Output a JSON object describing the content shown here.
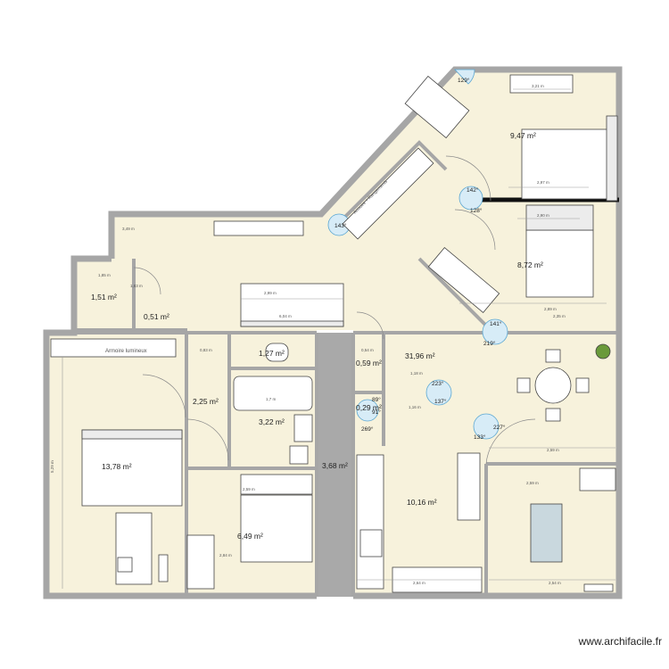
{
  "rooms": [
    {
      "id": "r-bedroom-top",
      "area": "9,47 m²"
    },
    {
      "id": "r-bedroom-right",
      "area": "8,72 m²"
    },
    {
      "id": "r-living",
      "area": "31,96 m²"
    },
    {
      "id": "r-small-1",
      "area": "1,51 m²"
    },
    {
      "id": "r-small-2",
      "area": "0,51 m²"
    },
    {
      "id": "r-wc",
      "area": "1,27 m²"
    },
    {
      "id": "r-closet-1",
      "area": "0,59 m²"
    },
    {
      "id": "r-closet-2",
      "area": "0,29 m²"
    },
    {
      "id": "r-hall",
      "area": "2,25 m²"
    },
    {
      "id": "r-bath",
      "area": "3,22 m²"
    },
    {
      "id": "r-corridor",
      "area": "3,68 m²"
    },
    {
      "id": "r-bedroom-left",
      "area": "13,78 m²"
    },
    {
      "id": "r-kitchen",
      "area": "10,16 m²"
    },
    {
      "id": "r-bedroom-bottom",
      "area": "6,49 m²"
    }
  ],
  "angles": [
    "129°",
    "142°",
    "128°",
    "143°",
    "141°",
    "219°",
    "223°",
    "137°",
    "133°",
    "227°",
    "89°",
    "91°",
    "269°"
  ],
  "dimensions": [
    "3,21 m",
    "2,97 m",
    "2,90 m",
    "2,89 m",
    "2,35 m",
    "2,59 m",
    "2,99 m",
    "6,04 m",
    "1,85 m",
    "1,83 m",
    "0,83 m",
    "1,18 m",
    "0,54 m",
    "1,7 m",
    "2,59 m",
    "2,84 m",
    "2,64 m",
    "2,54 m",
    "5,29 m",
    "3,49 m",
    "1,16 m",
    "2,59 m"
  ],
  "labels": {
    "bedroom_wardrobe": "Armoire lumineux",
    "hallway_wardrobe": "Armoire + Rangements"
  },
  "watermark": "www.archifacile.fr"
}
